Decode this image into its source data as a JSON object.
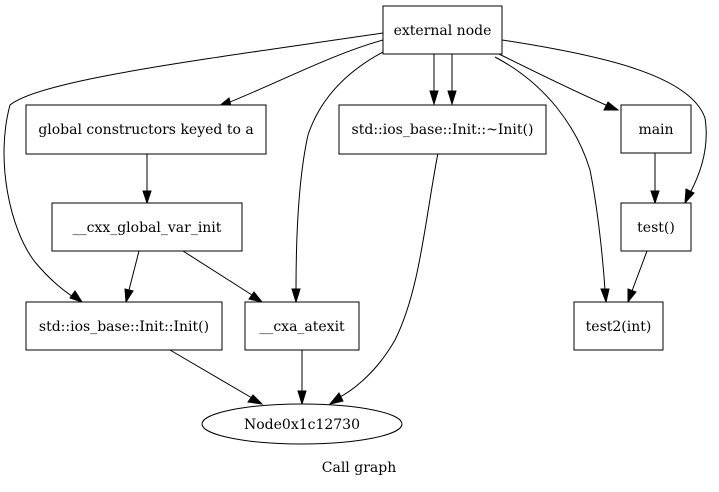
{
  "graph": {
    "caption": "Call graph",
    "nodes": {
      "external": "external node",
      "global_ctors": "global constructors keyed to a",
      "ios_dtor": "std::ios_base::Init::~Init()",
      "main": "main",
      "cxx_global_var_init": "__cxx_global_var_init",
      "test": "test()",
      "ios_ctor": "std::ios_base::Init::Init()",
      "cxa_atexit": "__cxa_atexit",
      "test2": "test2(int)",
      "node_ptr": "Node0x1c12730"
    }
  }
}
